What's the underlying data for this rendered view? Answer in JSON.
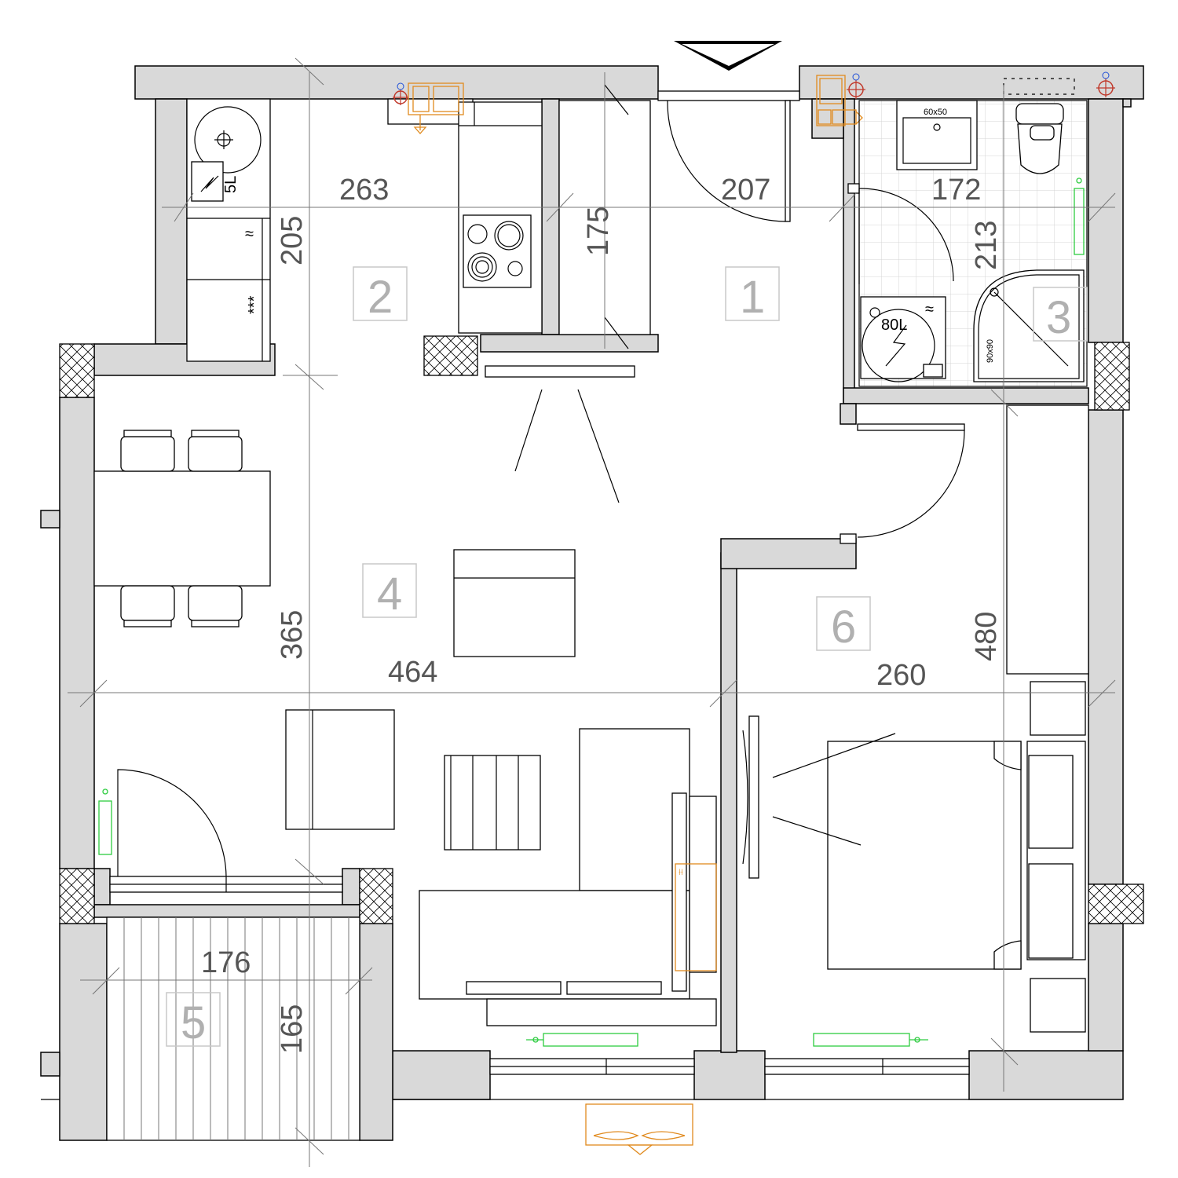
{
  "dimensions": {
    "d263": "263",
    "d207": "207",
    "d172": "172",
    "d205": "205",
    "d175": "175",
    "d213": "213",
    "d365": "365",
    "d464": "464",
    "d260": "260",
    "d480": "480",
    "d176": "176",
    "d165": "165"
  },
  "rooms": {
    "r1": "1",
    "r2": "2",
    "r3": "3",
    "r4": "4",
    "r5": "5",
    "r6": "6"
  },
  "fixtures": {
    "boiler": "80L",
    "washbasin": "60x50",
    "shower": "90x90",
    "sink_label": "5L",
    "fridge_mark": "≈",
    "freezer_mark": "***",
    "boiler_mark": "≈"
  },
  "colors": {
    "wall": "#d9d9d9",
    "outlet": "#e08a1e",
    "radiator": "#2ecc40"
  }
}
